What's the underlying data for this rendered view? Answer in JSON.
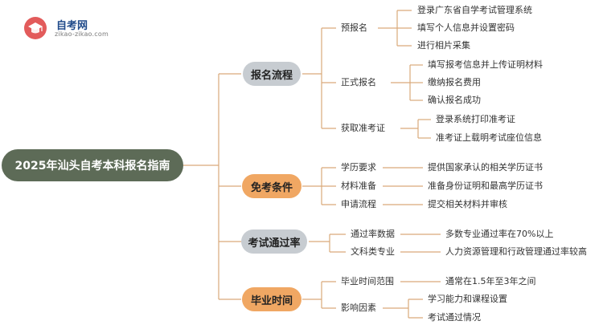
{
  "logo": {
    "title": "自考网",
    "subtitle": "zikao-zikao.com",
    "icon": "graduation-cap-icon",
    "color": "#e25b5b"
  },
  "root": {
    "label": "2025年汕头自考本科报名指南"
  },
  "colors": {
    "root": "#5d6b57",
    "grey_node": "#c7ccd1",
    "orange_node": "#f0a763",
    "line": "#d9a97a"
  },
  "branches": [
    {
      "label": "报名流程",
      "children": [
        {
          "label": "预报名",
          "items": [
            "登录广东省自学考试管理系统",
            "填写个人信息并设置密码",
            "进行相片采集"
          ]
        },
        {
          "label": "正式报名",
          "items": [
            "填写报考信息并上传证明材料",
            "缴纳报名费用",
            "确认报名成功"
          ]
        },
        {
          "label": "获取准考证",
          "items": [
            "登录系统打印准考证",
            "准考证上载明考试座位信息"
          ]
        }
      ]
    },
    {
      "label": "免考条件",
      "children": [
        {
          "label": "学历要求",
          "items": [
            "提供国家承认的相关学历证书"
          ]
        },
        {
          "label": "材料准备",
          "items": [
            "准备身份证明和最高学历证书"
          ]
        },
        {
          "label": "申请流程",
          "items": [
            "提交相关材料并审核"
          ]
        }
      ]
    },
    {
      "label": "考试通过率",
      "children": [
        {
          "label": "通过率数据",
          "items": [
            "多数专业通过率在70%以上"
          ]
        },
        {
          "label": "文科类专业",
          "items": [
            "人力资源管理和行政管理通过率较高"
          ]
        }
      ]
    },
    {
      "label": "毕业时间",
      "children": [
        {
          "label": "毕业时间范围",
          "items": [
            "通常在1.5年至3年之间"
          ]
        },
        {
          "label": "影响因素",
          "items": [
            "学习能力和课程设置",
            "考试通过情况"
          ]
        }
      ]
    }
  ]
}
